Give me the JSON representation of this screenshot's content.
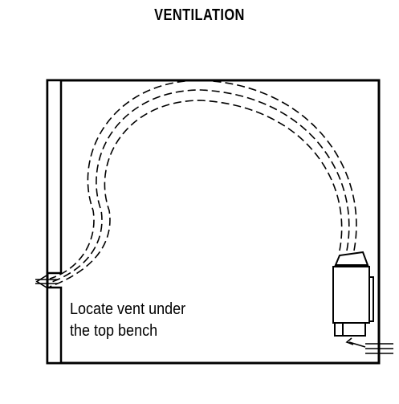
{
  "title": "VENTILATION",
  "caption": {
    "line1": "Locate vent under",
    "line2": "the top bench"
  },
  "colors": {
    "stroke": "#000000",
    "background": "#ffffff"
  },
  "icons": {
    "heater": "sauna-heater-icon",
    "vent": "wall-vent-icon",
    "airflow": "dashed-airflow-arrow"
  }
}
